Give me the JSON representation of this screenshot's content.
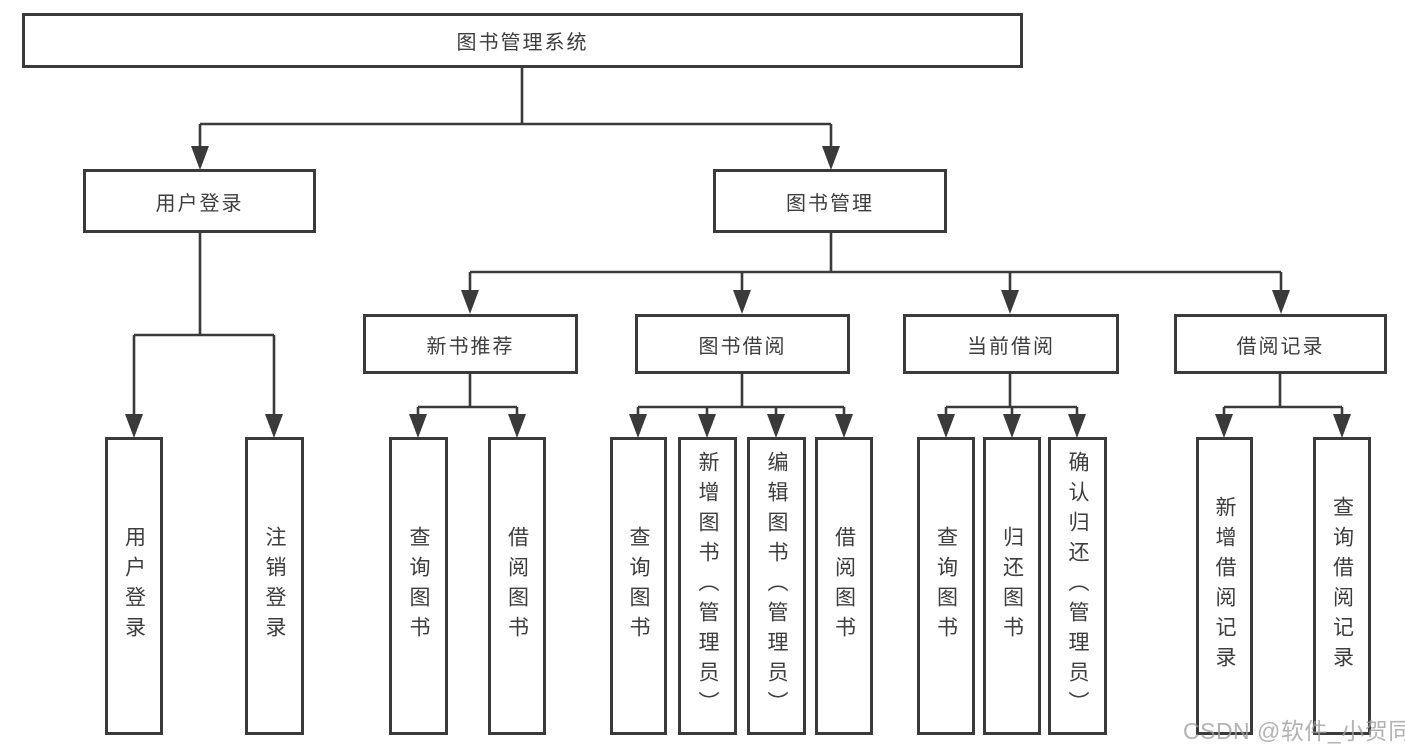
{
  "watermark": "CSDN @软件_小贺同学",
  "colors": {
    "line": "#3a3a3a",
    "box_border": "#3a3a3a",
    "text": "#3d3d3d",
    "background": "#ffffff",
    "watermark": "#a0a0a0"
  },
  "tree": {
    "label": "图书管理系统",
    "children": [
      {
        "label": "用户登录",
        "children": [
          {
            "label": "用户登录"
          },
          {
            "label": "注销登录"
          }
        ]
      },
      {
        "label": "图书管理",
        "children": [
          {
            "label": "新书推荐",
            "children": [
              {
                "label": "查询图书"
              },
              {
                "label": "借阅图书"
              }
            ]
          },
          {
            "label": "图书借阅",
            "children": [
              {
                "label": "查询图书"
              },
              {
                "label": "新增图书（管理员）"
              },
              {
                "label": "编辑图书（管理员）"
              },
              {
                "label": "借阅图书"
              }
            ]
          },
          {
            "label": "当前借阅",
            "children": [
              {
                "label": "查询图书"
              },
              {
                "label": "归还图书"
              },
              {
                "label": "确认归还（管理员）"
              }
            ]
          },
          {
            "label": "借阅记录",
            "children": [
              {
                "label": "新增借阅记录"
              },
              {
                "label": "查询借阅记录"
              }
            ]
          }
        ]
      }
    ]
  }
}
